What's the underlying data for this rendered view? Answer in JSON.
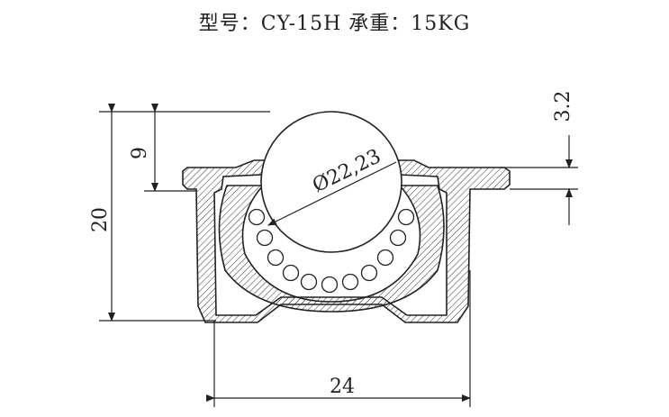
{
  "title": {
    "model_label": "型号：",
    "model_value": "CY-15H",
    "load_label": "承重：",
    "load_value": "15KG"
  },
  "dimensions": {
    "height_total": "20",
    "height_top": "9",
    "ball_diameter": "Ø22,23",
    "flange_offset": "3.2",
    "width_base": "24"
  }
}
